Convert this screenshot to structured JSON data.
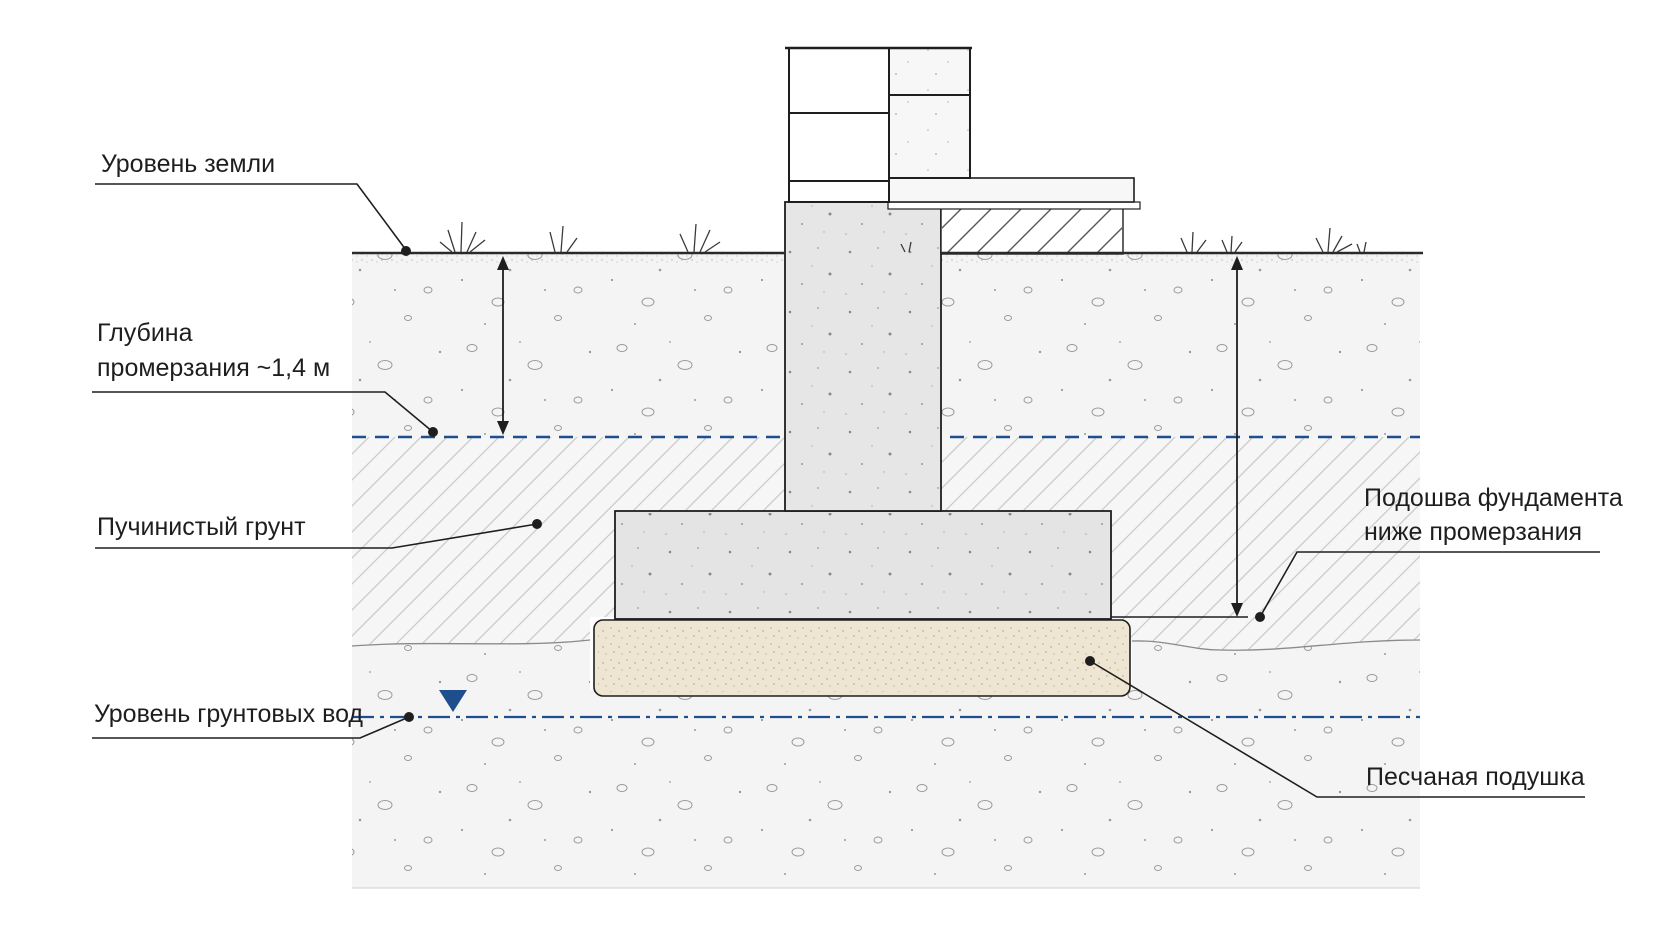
{
  "labels": {
    "ground_level": "Уровень земли",
    "frost_depth_line1": "Глубина",
    "frost_depth_line2": "промерзания ~1,4 м",
    "heaving_soil": "Пучинистый грунт",
    "groundwater_level": "Уровень грунтовых вод",
    "footing_base_line1": "Подошва фундамента",
    "footing_base_line2": "ниже промерзания",
    "sand_cushion": "Песчаная подушка"
  },
  "colors": {
    "outline": "#1e1e1e",
    "concrete": "#e4e4e4",
    "soil": "#f3f3f3",
    "sand": "#eee6d4",
    "frost_line": "#1f4e8c",
    "groundwater_line": "#1f4e8c",
    "groundwater_marker": "#1f4e8c"
  },
  "icons": {
    "groundwater_marker": "triangle-down-icon"
  }
}
